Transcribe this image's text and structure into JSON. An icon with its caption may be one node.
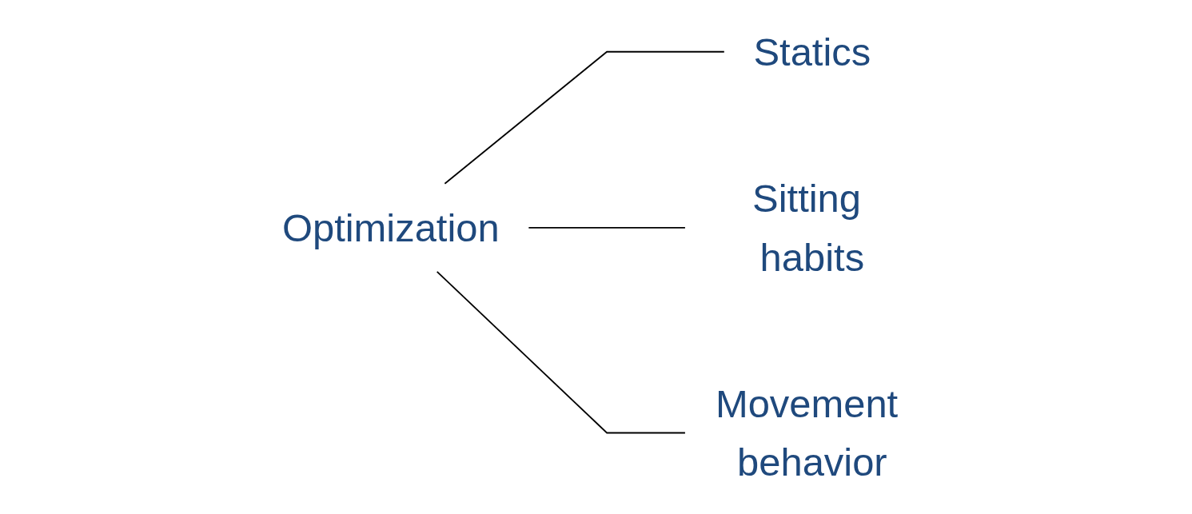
{
  "diagram": {
    "nodes": [
      {
        "text": [
          "Optimization"
        ]
      },
      {
        "text": [
          "Statics"
        ]
      },
      {
        "text": [
          "Sitting habits"
        ]
      },
      {
        "text": [
          "Movement behavior"
        ]
      }
    ],
    "edges": [
      {
        "from": 0,
        "to": 1,
        "arrow": "none"
      },
      {
        "from": 0,
        "to": 2,
        "arrow": "none"
      },
      {
        "from": 0,
        "to": 3,
        "arrow": "none"
      }
    ]
  }
}
